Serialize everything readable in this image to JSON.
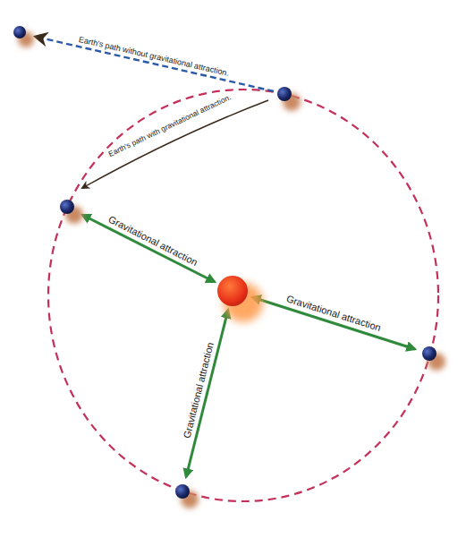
{
  "diagram": {
    "labels": [
      "Earth's path without gravitational attraction.",
      "Earth's path with gravitational attraction.",
      "Gravitational attraction",
      "Gravitational attraction",
      "Gravitational attraction"
    ]
  }
}
